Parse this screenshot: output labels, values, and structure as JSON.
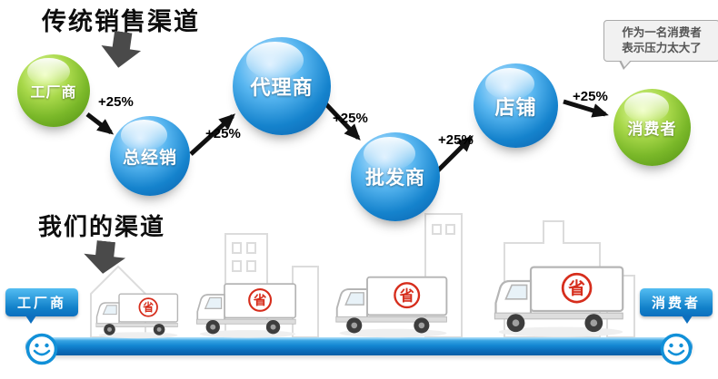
{
  "top": {
    "title": "传统销售渠道",
    "increment_label": "+25%",
    "nodes": [
      {
        "label": "工厂商"
      },
      {
        "label": "总经销"
      },
      {
        "label": "代理商"
      },
      {
        "label": "批发商"
      },
      {
        "label": "店铺"
      },
      {
        "label": "消费者"
      }
    ],
    "speech_bubble": {
      "line1": "作为一名消费者",
      "line2": "表示压力太大了"
    }
  },
  "bottom": {
    "title": "我们的渠道",
    "factory_tag": "工厂商",
    "consumer_tag": "消费者",
    "truck_badge": "省"
  },
  "colors": {
    "green_ball": "#7ab829",
    "blue_ball": "#1583cd",
    "road_blue": "#0b74c4",
    "badge_red": "#d62d1c",
    "arrow_black": "#111111"
  }
}
